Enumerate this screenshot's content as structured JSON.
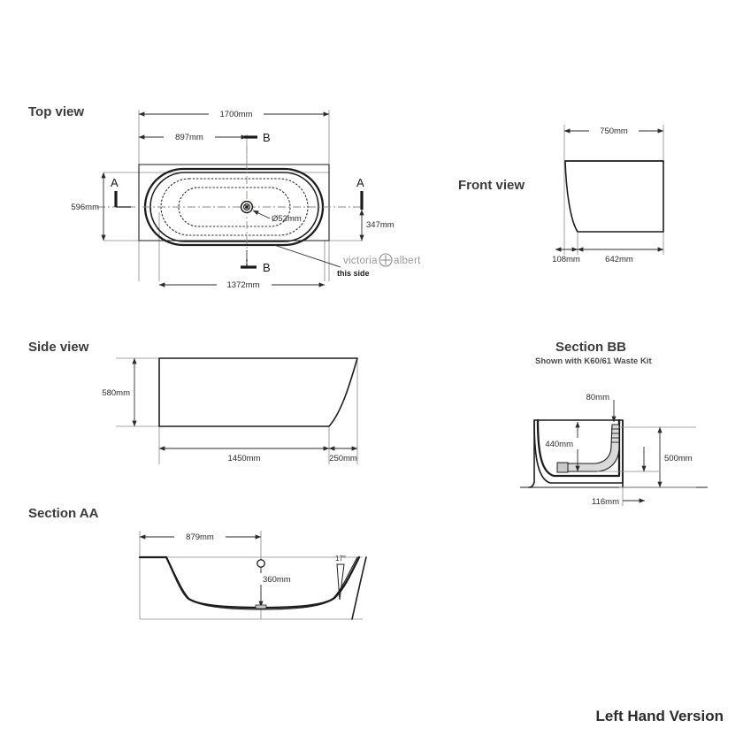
{
  "document": {
    "type": "technical-drawing",
    "subject": "freestanding back-to-wall bath",
    "footer": "Left Hand Version"
  },
  "brand": {
    "name_left": "victoria",
    "symbol": "⊕",
    "name_right": "albert",
    "callout": "this side"
  },
  "views": {
    "top": {
      "title": "Top view",
      "dimensions": {
        "overall_length": "1700mm",
        "drain_offset": "897mm",
        "overall_width": "596mm",
        "centre_to_back": "347mm",
        "inner_length": "1372mm",
        "waste_diameter": "Ø52mm"
      },
      "markers": {
        "section_a_left": "A",
        "section_a_right": "A",
        "section_b_top": "B",
        "section_b_bottom": "B"
      }
    },
    "front": {
      "title": "Front view",
      "dimensions": {
        "width_top": "750mm",
        "foot_offset": "108mm",
        "width_base": "642mm"
      }
    },
    "side": {
      "title": "Side view",
      "dimensions": {
        "height": "580mm",
        "length_straight": "1450mm",
        "length_curve": "250mm"
      }
    },
    "section_aa": {
      "title": "Section AA",
      "dimensions": {
        "width": "879mm",
        "depth": "360mm",
        "wall_angle": "17°"
      }
    },
    "section_bb": {
      "title": "Section BB",
      "subtitle": "Shown with K60/61 Waste Kit",
      "dimensions": {
        "overflow_offset": "80mm",
        "internal_depth": "440mm",
        "waste_height": "500mm",
        "base_offset": "116mm"
      }
    }
  },
  "colors": {
    "ink": "#1d1d1b",
    "dim": "#2b2b2b",
    "helper": "#8a8a8a",
    "title": "#3b3b3b",
    "logo": "#9a9a9a",
    "paper": "#ffffff"
  }
}
